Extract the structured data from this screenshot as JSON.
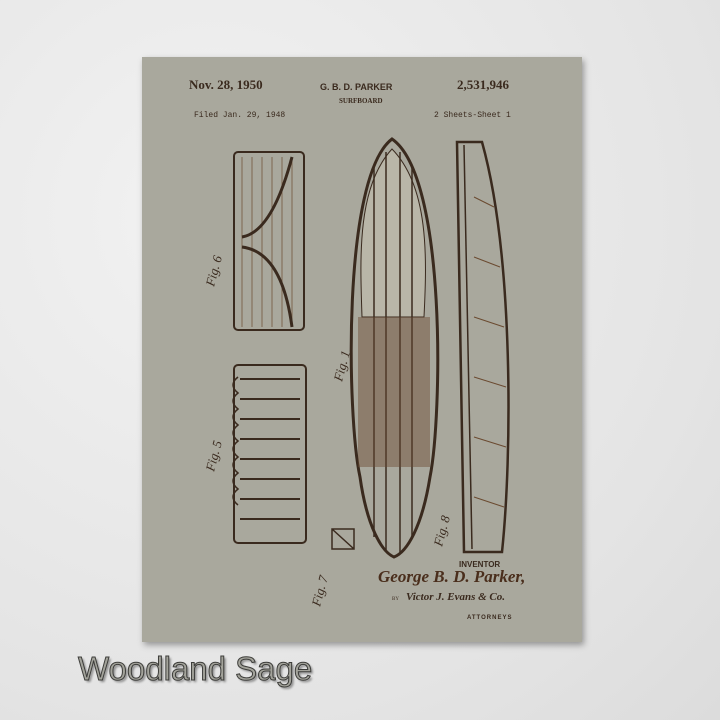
{
  "patent": {
    "date": "Nov. 28, 1950",
    "inventor_name": "G. B. D. PARKER",
    "title": "SURFBOARD",
    "number": "2,531,946",
    "filed": "Filed Jan. 29, 1948",
    "sheets": "2 Sheets-Sheet 1",
    "inventor_label": "INVENTOR",
    "signature": "George B. D. Parker,",
    "by": "BY",
    "attorney_signature": "Victor J. Evans & Co.",
    "attorneys_label": "ATTORNEYS",
    "figures": [
      "Fig. 1",
      "Fig. 5",
      "Fig. 6",
      "Fig. 7",
      "Fig. 8"
    ]
  },
  "product": {
    "color_name": "Woodland Sage",
    "print_color": "#a9a89d",
    "ink_color": "#3a2a1e"
  }
}
